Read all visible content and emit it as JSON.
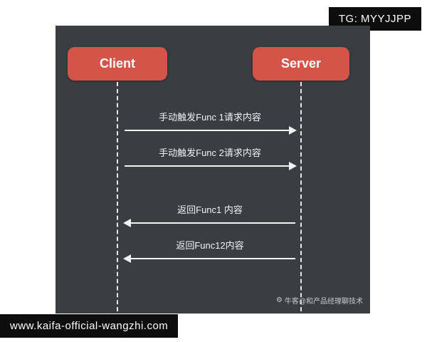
{
  "badges": {
    "tg": "TG: MYYJJPP",
    "url": "www.kaifa-official-wangzhi.com"
  },
  "diagram": {
    "actors": [
      {
        "label": "Client"
      },
      {
        "label": "Server"
      }
    ],
    "messages": [
      {
        "label": "手动触发Func 1请求内容",
        "direction": "right"
      },
      {
        "label": "手动触发Func 2请求内容",
        "direction": "right"
      },
      {
        "label": "返回Func1 内容",
        "direction": "left"
      },
      {
        "label": "返回Func12内容",
        "direction": "left"
      }
    ],
    "watermark": "牛客@和产品经理聊技术",
    "colors": {
      "actor_fill": "#d4544a",
      "panel_bg": "#3a3d42",
      "badge_bg": "#0d0d0d",
      "line": "#f2f2f2"
    }
  }
}
